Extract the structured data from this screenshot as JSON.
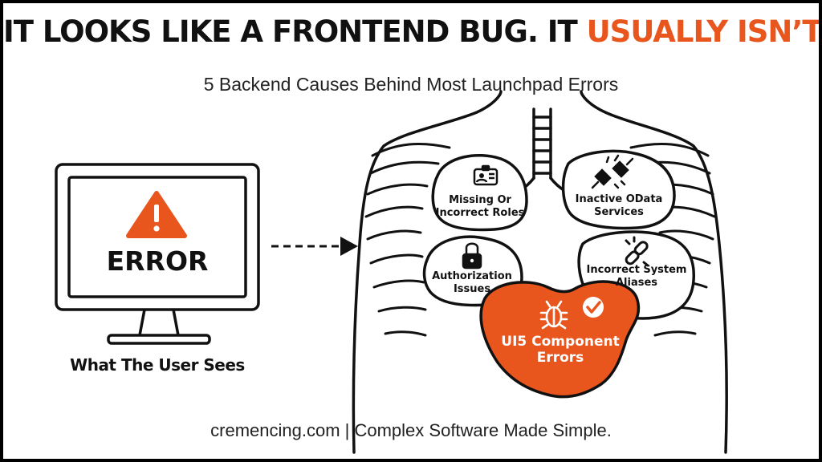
{
  "header": {
    "title_main": "IT LOOKS LIKE A FRONTEND BUG. IT ",
    "title_accent": "USUALLY ISN’T.",
    "subtitle": "5 Backend Causes Behind Most Launchpad Errors"
  },
  "monitor": {
    "error_label": "ERROR",
    "caption": "What The User Sees"
  },
  "causes": {
    "roles": [
      "Missing Or",
      "Incorrect Roles"
    ],
    "odata": [
      "Inactive OData",
      "Services"
    ],
    "auth": [
      "Authorization",
      "Issues"
    ],
    "aliases": [
      "Incorrect System",
      "Aliases"
    ],
    "ui5": [
      "UI5 Component",
      "Errors"
    ]
  },
  "footer": "cremencing.com | Complex Software Made Simple.",
  "colors": {
    "accent": "#e8561e",
    "ink": "#111111",
    "background": "#ffffff"
  },
  "icons": {
    "roles": "id-badge-icon",
    "odata": "unplugged-icon",
    "auth": "padlock-icon",
    "aliases": "broken-link-icon",
    "ui5": "bug-icon",
    "ui5_badge": "checkmark-icon",
    "warning": "warning-triangle-icon"
  }
}
